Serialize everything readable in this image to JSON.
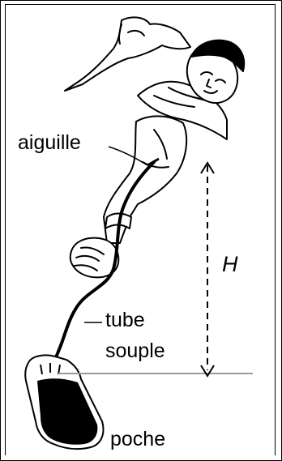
{
  "labels": {
    "needle": "aiguille",
    "tube_line1": "tube",
    "tube_line2": "souple",
    "height": "H",
    "bag": "poche"
  }
}
